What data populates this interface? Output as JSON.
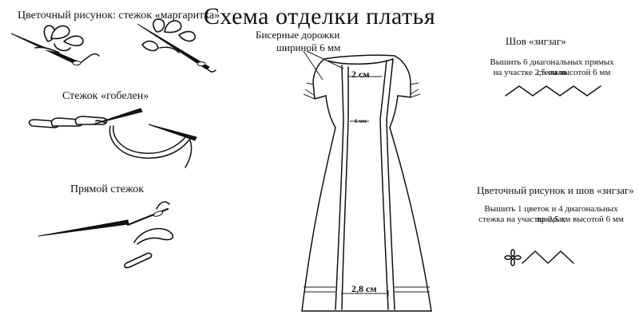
{
  "title": "Схема отделки платья",
  "left_panel": {
    "daisy_label": "Цветочный рисунок: стежок «маргаритка»",
    "tapestry_label": "Стежок «гобелен»",
    "straight_label": "Прямой стежок"
  },
  "dress": {
    "bead_label_line1": "Бисерные дорожки",
    "bead_label_line2": "шириной 6 мм",
    "dim_top": "2 см",
    "dim_mid": "6 мм",
    "dim_bottom": "2,8 см"
  },
  "right_panel": {
    "zigzag_title": "Шов «зигзаг»",
    "zigzag_desc_line1": "Вышить 6 диагональных прямых стежков",
    "zigzag_desc_line2": "на участке 2,5 см высотой 6 мм",
    "combo_title": "Цветочный рисунок и шов «зигзаг»",
    "combo_desc_line1": "Вышить 1 цветок и 4 диагональных прямых",
    "combo_desc_line2": "стежка на участке 2,5 см высотой 6 мм"
  }
}
